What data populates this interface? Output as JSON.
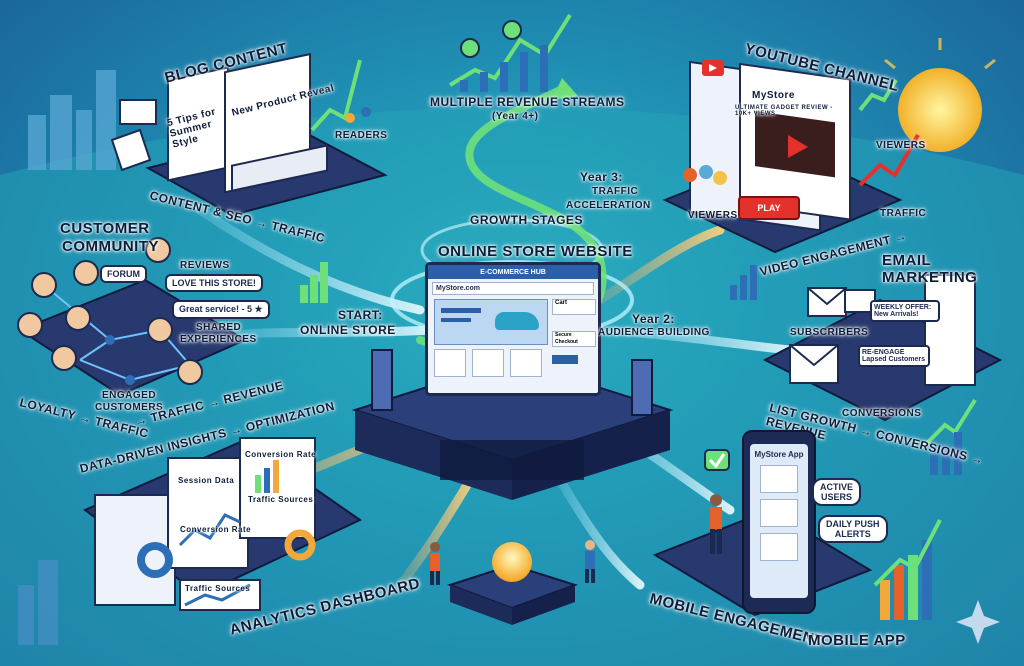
{
  "center": {
    "title": "ONLINE STORE WEBSITE",
    "browser_bar": "E-COMMERCE HUB",
    "url": "MyStore.com",
    "cart": "Cart",
    "checkout": "Secure Checkout"
  },
  "stages": {
    "growth": "GROWTH STAGES",
    "start_a": "START:",
    "start_b": "ONLINE STORE",
    "year2_a": "Year 2:",
    "year2_b": "AUDIENCE BUILDING",
    "year3_a": "Year 3:",
    "year3_b": "TRAFFIC",
    "year3_c": "ACCELERATION",
    "year4_a": "MULTIPLE REVENUE STREAMS",
    "year4_b": "(Year 4+)"
  },
  "blog": {
    "title": "BLOG CONTENT",
    "post1": "5 Tips for Summer Style",
    "post2": "New Product Reveal",
    "readers": "READERS",
    "flow": "CONTENT & SEO → TRAFFIC"
  },
  "youtube": {
    "title": "YOUTUBE CHANNEL",
    "channel": "MyStore",
    "video_title": "ULTIMATE GADGET REVIEW - 10k+ VIEWS",
    "viewers": "VIEWERS",
    "viewers2": "VIEWERS",
    "play": "Play",
    "traffic": "TRAFFIC",
    "flow": "VIDEO ENGAGEMENT →"
  },
  "community": {
    "title_a": "CUSTOMER",
    "title_b": "COMMUNITY",
    "forum": "FORUM",
    "reviews": "REVIEWS",
    "love": "LOVE THIS STORE!",
    "great": "Great service! - 5 ★",
    "shared_a": "SHARED",
    "shared_b": "EXPERIENCES",
    "engaged_a": "ENGAGED",
    "engaged_b": "CUSTOMERS",
    "flow": "LOYALTY → TRAFFIC",
    "flow2": "→ TRAFFIC → REVENUE"
  },
  "email": {
    "title": "EMAIL MARKETING",
    "subscribers": "SUBSCRIBERS",
    "weekly": "WEEKLY OFFER: New Arrivals!",
    "reengage": "RE-ENGAGE Lapsed Customers",
    "conversions": "CONVERSIONS",
    "flow": "LIST GROWTH → CONVERSIONS → REVENUE"
  },
  "analytics": {
    "title": "ANALYTICS DASHBOARD",
    "flow": "DATA-DRIVEN INSIGHTS → OPTIMIZATION",
    "session": "Session Data",
    "conversion": "Conversion Rate",
    "sources": "Traffic Sources",
    "conversion2": "Conversion Rate",
    "sources2": "Traffic Sources"
  },
  "mobile": {
    "title": "MOBILE ENGAGEMENT",
    "app_title": "MOBILE APP",
    "app_name": "MyStore App",
    "active_a": "ACTIVE",
    "active_b": "USERS",
    "push_a": "DAILY PUSH",
    "push_b": "ALERTS"
  }
}
